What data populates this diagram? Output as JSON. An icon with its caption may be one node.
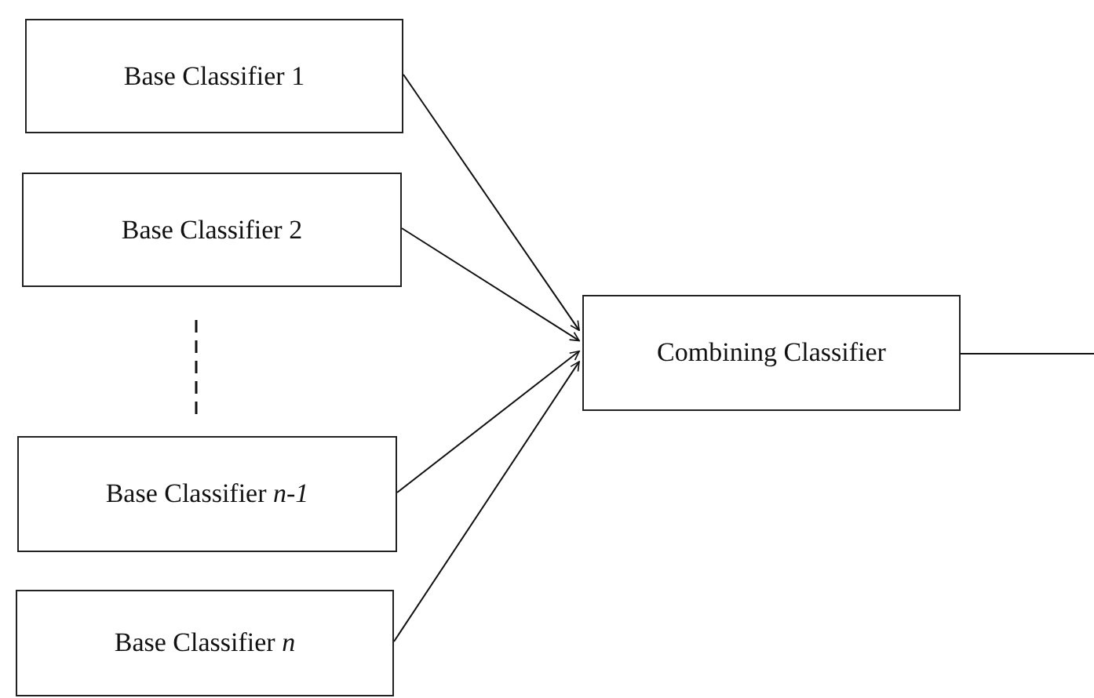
{
  "diagram": {
    "nodes": [
      {
        "text": [
          "Base Classifier 1"
        ]
      },
      {
        "text": [
          "Base Classifier 2"
        ]
      },
      {
        "text": [
          "Base Classifier *n-1*"
        ]
      },
      {
        "text": [
          "Base Classifier *n*"
        ]
      },
      {
        "text": [
          "Combining Classifier"
        ]
      }
    ],
    "edges": [
      {
        "from": 0,
        "to": 4,
        "arrow": "to"
      },
      {
        "from": 1,
        "to": 4,
        "arrow": "to"
      },
      {
        "from": 2,
        "to": 4,
        "arrow": "to"
      },
      {
        "from": 3,
        "to": 4,
        "arrow": "to"
      },
      {
        "from": 4,
        "to": null,
        "arrow": "none"
      }
    ]
  }
}
